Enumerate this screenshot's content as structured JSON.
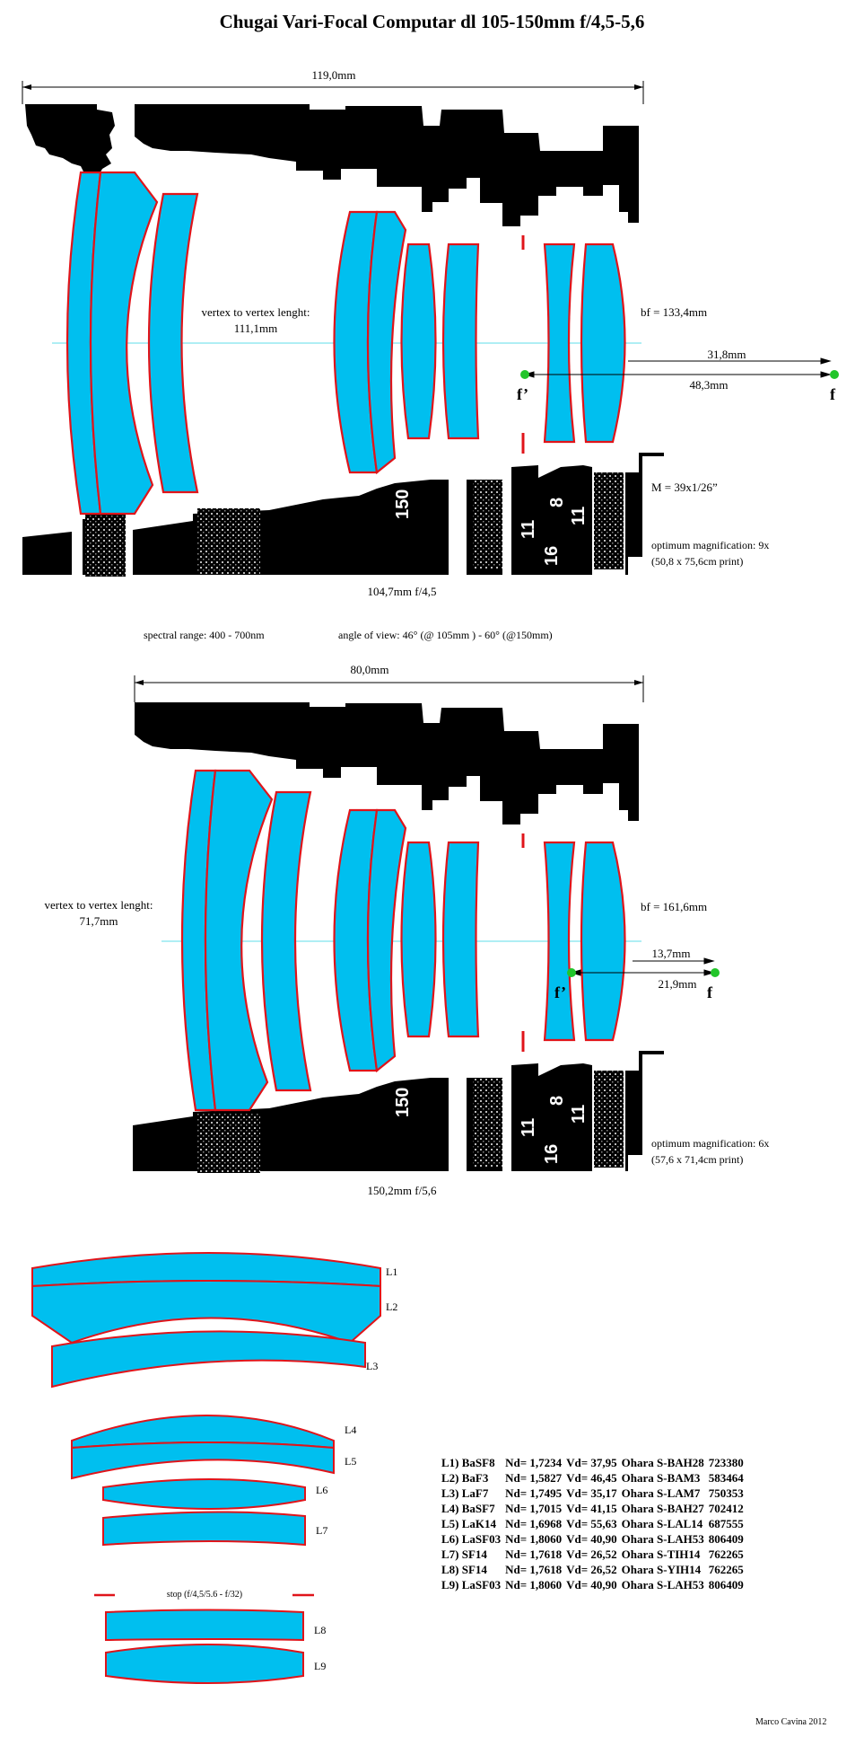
{
  "title": "Chugai Vari-Focal Computar dl  105-150mm f/4,5-5,6",
  "top_section": {
    "overall_length": "119,0mm",
    "vertex_label": "vertex to vertex lenght:",
    "vertex_value": "111,1mm",
    "back_focus": "bf = 133,4mm",
    "dim_short": "31,8mm",
    "dim_long": "48,3mm",
    "f_prime": "f’",
    "f": "f",
    "magnification_ratio": "M = 39x1/26”",
    "optimum": "optimum magnification: 9x",
    "print": "(50,8 x 75,6cm print)",
    "focal_caption": "104,7mm f/4,5",
    "barrel_numbers": {
      "n150": "150",
      "n8": "8",
      "n11a": "11",
      "n11b": "11",
      "n16": "16"
    }
  },
  "middle_info": {
    "spectral": "spectral range: 400 - 700nm",
    "angle": "angle of view:  46° (@ 105mm ) -  60° (@150mm)"
  },
  "bottom_section": {
    "overall_length": "80,0mm",
    "vertex_label": "vertex to vertex lenght:",
    "vertex_value": "71,7mm",
    "back_focus": "bf = 161,6mm",
    "dim_short": "13,7mm",
    "dim_long": "21,9mm",
    "f_prime": "f’",
    "f": "f",
    "optimum": "optimum magnification: 6x",
    "print": "(57,6 x 71,4cm print)",
    "focal_caption": "150,2mm f/5,6",
    "barrel_numbers": {
      "n150": "150",
      "n8": "8",
      "n11a": "11",
      "n11b": "11",
      "n16": "16"
    }
  },
  "element_labels": [
    "L1",
    "L2",
    "L3",
    "L4",
    "L5",
    "L6",
    "L7",
    "L8",
    "L9"
  ],
  "stop_label": "stop (f/4,5/5.6 - f/32)",
  "glass_table": [
    [
      "L1) BaSF8",
      "Nd= 1,7234",
      "Vd= 37,95",
      "Ohara S-BAH28",
      "723380"
    ],
    [
      "L2) BaF3",
      "Nd= 1,5827",
      "Vd= 46,45",
      "Ohara S-BAM3",
      "583464"
    ],
    [
      "L3) LaF7",
      "Nd= 1,7495",
      "Vd= 35,17",
      "Ohara S-LAM7",
      "750353"
    ],
    [
      "L4) BaSF7",
      "Nd= 1,7015",
      "Vd= 41,15",
      "Ohara S-BAH27",
      "702412"
    ],
    [
      "L5) LaK14",
      "Nd= 1,6968",
      "Vd= 55,63",
      "Ohara S-LAL14",
      "687555"
    ],
    [
      "L6) LaSF03",
      "Nd= 1,8060",
      "Vd= 40,90",
      "Ohara S-LAH53",
      "806409"
    ],
    [
      "L7) SF14",
      "Nd= 1,7618",
      "Vd= 26,52",
      "Ohara S-TIH14",
      "762265"
    ],
    [
      "L8) SF14",
      "Nd= 1,7618",
      "Vd= 26,52",
      "Ohara S-YIH14",
      "762265"
    ],
    [
      "L9) LaSF03",
      "Nd= 1,8060",
      "Vd= 40,90",
      "Ohara S-LAH53",
      "806409"
    ]
  ],
  "credit": "Marco Cavina 2012",
  "colors": {
    "glass": "#00bfef",
    "edge": "#e0141a",
    "body": "#000000",
    "axis": "#7fe3ee",
    "focus_dot": "#22c52a"
  }
}
